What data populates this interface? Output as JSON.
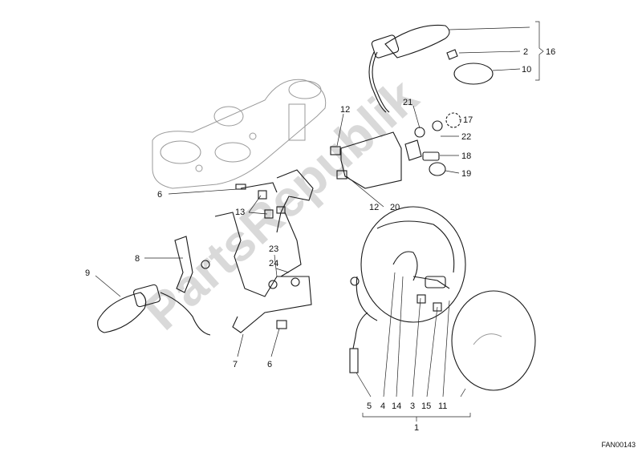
{
  "watermark": "PartsRepublik",
  "footer_code": "FAN00143",
  "callouts": {
    "c16": "16",
    "c2": "2",
    "c10": "10",
    "c12a": "12",
    "c21": "21",
    "c17": "17",
    "c22": "22",
    "c18": "18",
    "c19": "19",
    "c12b": "12",
    "c20": "20",
    "c6a": "6",
    "c13": "13",
    "c8": "8",
    "c23": "23",
    "c24": "24",
    "c9": "9",
    "c7": "7",
    "c6b": "6",
    "c5": "5",
    "c4": "4",
    "c14": "14",
    "c3": "3",
    "c15": "15",
    "c11": "11",
    "c1": "1"
  }
}
